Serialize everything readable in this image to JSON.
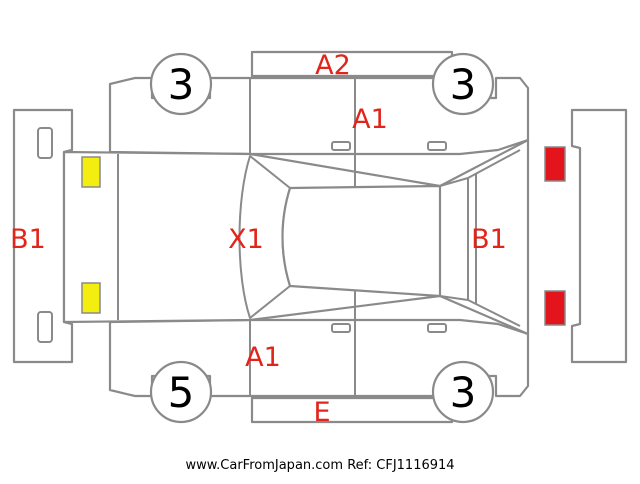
{
  "colors": {
    "outline": "#8a8a8a",
    "damage_code": "#e1251b",
    "headlight": "#f4ee10",
    "taillight": "#e3141c"
  },
  "wheels": {
    "front_left": "3",
    "rear_left": "3",
    "front_right": "5",
    "rear_right": "3"
  },
  "damage_codes": {
    "roof_top": "A2",
    "door_upper": "A1",
    "front_left_bumper": "B1",
    "hood": "X1",
    "rear_bumper": "B1",
    "door_lower": "A1",
    "sill_lower": "E"
  },
  "footer": {
    "site": "www.CarFromJapan.com",
    "ref": "Ref: CFJ1116914"
  }
}
